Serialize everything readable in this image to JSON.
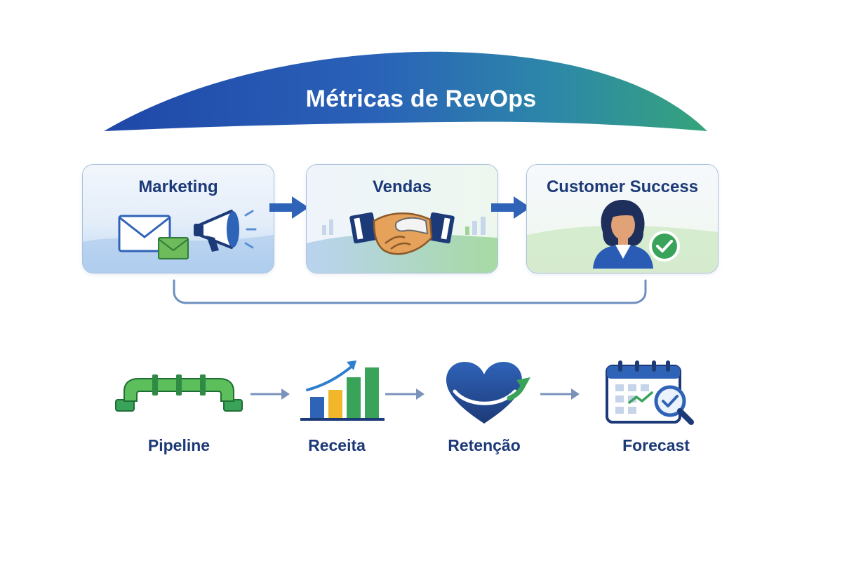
{
  "title": "Métricas de RevOps",
  "stages": [
    {
      "label": "Marketing",
      "icons": [
        "envelope-icon",
        "megaphone-icon"
      ]
    },
    {
      "label": "Vendas",
      "icons": [
        "handshake-icon"
      ]
    },
    {
      "label": "Customer Success",
      "icons": [
        "person-icon",
        "check-badge-icon"
      ]
    }
  ],
  "metrics": [
    {
      "label": "Pipeline",
      "icon": "pipeline-icon"
    },
    {
      "label": "Receita",
      "icon": "bar-chart-icon"
    },
    {
      "label": "Retenção",
      "icon": "heart-icon"
    },
    {
      "label": "Forecast",
      "icon": "calendar-search-icon"
    }
  ],
  "colors": {
    "navy": "#1d3a78",
    "blue": "#2f63b8",
    "green": "#3aa35a",
    "teal": "#2e9c8a",
    "gold": "#f2b62a"
  }
}
